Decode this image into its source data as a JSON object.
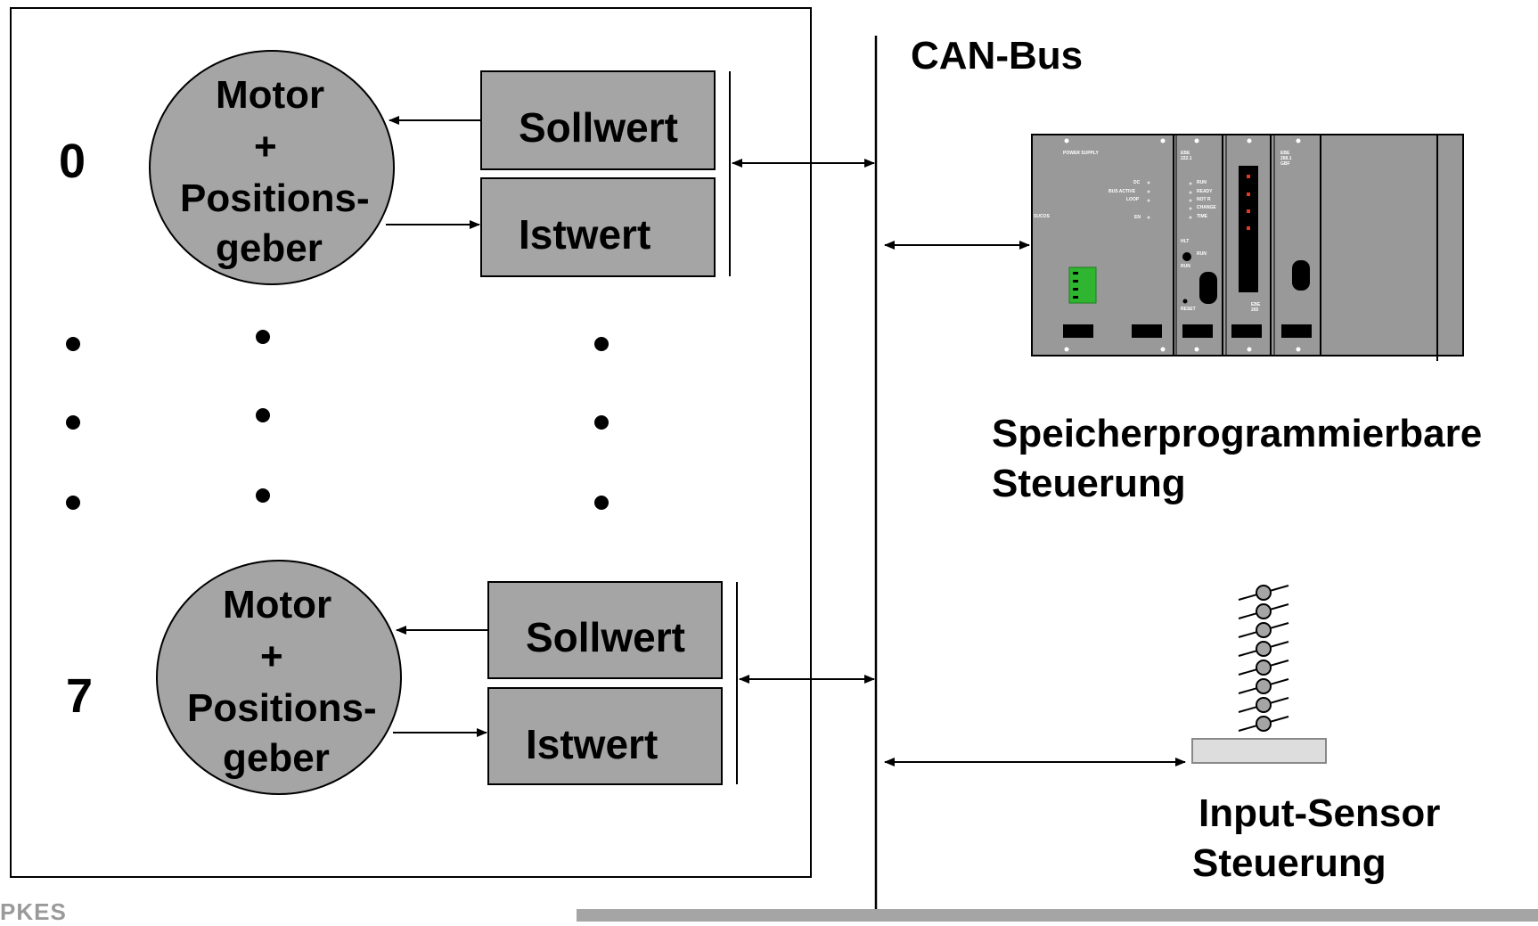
{
  "diagram": {
    "channels": [
      {
        "index": "0",
        "motor_lines": [
          "Motor",
          "+",
          "Positions-",
          "geber"
        ],
        "setpoint_label": "Sollwert",
        "actual_label": "Istwert"
      },
      {
        "index": "7",
        "motor_lines": [
          "Motor",
          "+",
          "Positions-",
          "geber"
        ],
        "setpoint_label": "Sollwert",
        "actual_label": "Istwert"
      }
    ],
    "bus_label": "CAN-Bus",
    "plc": {
      "label_lines": [
        "Speicherprogrammierbare",
        "Steuerung"
      ],
      "module_texts": {
        "psu_title": "POWER SUPPLY",
        "psu_side": "SUCOS",
        "psu_leds": [
          "DC",
          "BUS ACTIVE",
          "LOOP",
          "EN"
        ],
        "cpu_title": "EBE 222.1",
        "cpu_leds": [
          "RUN",
          "READY",
          "NOT R",
          "CHANGE",
          "TIME"
        ],
        "cpu_hlt": "HLT",
        "cpu_run": "RUN",
        "cpu_run2": "RUN",
        "cpu_reset": "RESET",
        "io_title": "EBE 265",
        "comm_title": "EBE 268.1 GBF"
      }
    },
    "sensor": {
      "label_lines": [
        "Input-Sensor",
        "Steuerung"
      ]
    }
  },
  "footer": {
    "left_text": "PKES"
  },
  "colors": {
    "block_fill": "#a5a5a5",
    "plc_fill": "#999999",
    "terminal_green": "#2fb52f",
    "led_red": "#e23b1b",
    "sensor_base": "#dddddd",
    "footer_text": "#9a9a9a"
  }
}
